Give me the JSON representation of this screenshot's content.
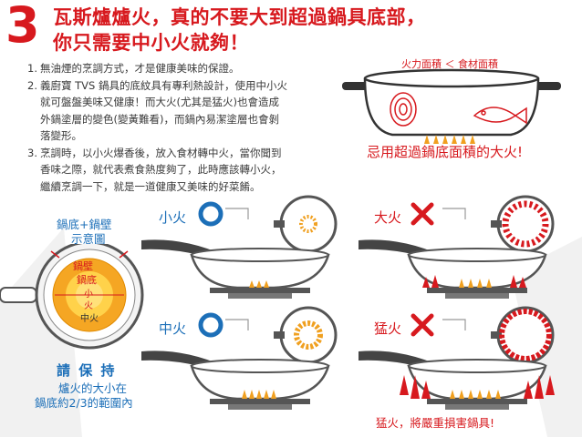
{
  "step": {
    "number": "3",
    "title_line1": "瓦斯爐爐火，真的不要大到超過鍋具底部，",
    "title_line2": "你只需要中小火就夠！"
  },
  "tips": [
    {
      "num": "1.",
      "lines": [
        "無油煙的烹調方式，才是健康美味的保證。"
      ]
    },
    {
      "num": "2.",
      "lines": [
        "義廚寶 TVS 鍋具的底紋具有專利熱設計，使用中小火",
        "就可盤盤美味又健康！而大火(尤其是猛火)也會造成",
        "外鍋塗層的變色(變黃難看)，而鍋內易潔塗層也會剝",
        "落變形。"
      ]
    },
    {
      "num": "3.",
      "lines": [
        "烹調時，以小火爆香後，放入食材轉中火，當你聞到",
        "香味之際，就代表煮食熱度夠了，此時應該轉小火，",
        "繼續烹調一下，就是一道健康又美味的好菜餚。"
      ]
    }
  ],
  "pot_diagram": {
    "caption": "火力面積 ＜ 食材面積",
    "warning": "忌用超過鍋底面積的大火!"
  },
  "side_diagram": {
    "title_line1": "鍋底+鍋壁",
    "title_line2": "示意圖",
    "label_wall": "鍋壁",
    "label_bottom": "鍋底",
    "label_small": "小",
    "label_fire": "火",
    "label_medium": "中火",
    "keep_title": "請 保 持",
    "keep_line1": "爐火的大小在",
    "keep_line2": "鍋底約2/3的範圍內"
  },
  "heat_levels": {
    "small": {
      "label": "小火",
      "mark": "good"
    },
    "medium": {
      "label": "中火",
      "mark": "good"
    },
    "large": {
      "label": "大火",
      "mark": "bad"
    },
    "fierce": {
      "label": "猛火",
      "mark": "bad"
    },
    "fierce_warning": "猛火，將嚴重損害鍋具!"
  },
  "colors": {
    "accent_red": "#d7191e",
    "accent_blue": "#1c6fb8",
    "flame_orange": "#f0a020"
  }
}
